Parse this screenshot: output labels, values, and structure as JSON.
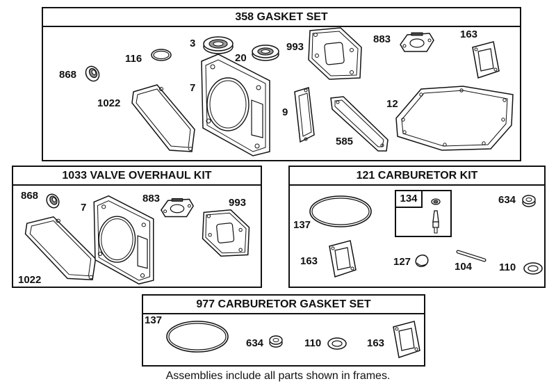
{
  "frames": {
    "gasket_set": {
      "title": "358 GASKET SET",
      "labels": [
        "3",
        "116",
        "20",
        "993",
        "883",
        "163",
        "868",
        "7",
        "1022",
        "9",
        "12",
        "585"
      ]
    },
    "valve_kit": {
      "title": "1033 VALVE OVERHAUL KIT",
      "labels": [
        "868",
        "7",
        "883",
        "993",
        "1022"
      ]
    },
    "carb_kit": {
      "title": "121 CARBURETOR KIT",
      "sub_title": "134",
      "labels": [
        "634",
        "137",
        "163",
        "127",
        "104",
        "110"
      ]
    },
    "carb_gasket": {
      "title": "977 CARBURETOR  GASKET SET",
      "labels": [
        "137",
        "634",
        "110",
        "163"
      ]
    }
  },
  "caption": "Assemblies include all parts shown in frames."
}
